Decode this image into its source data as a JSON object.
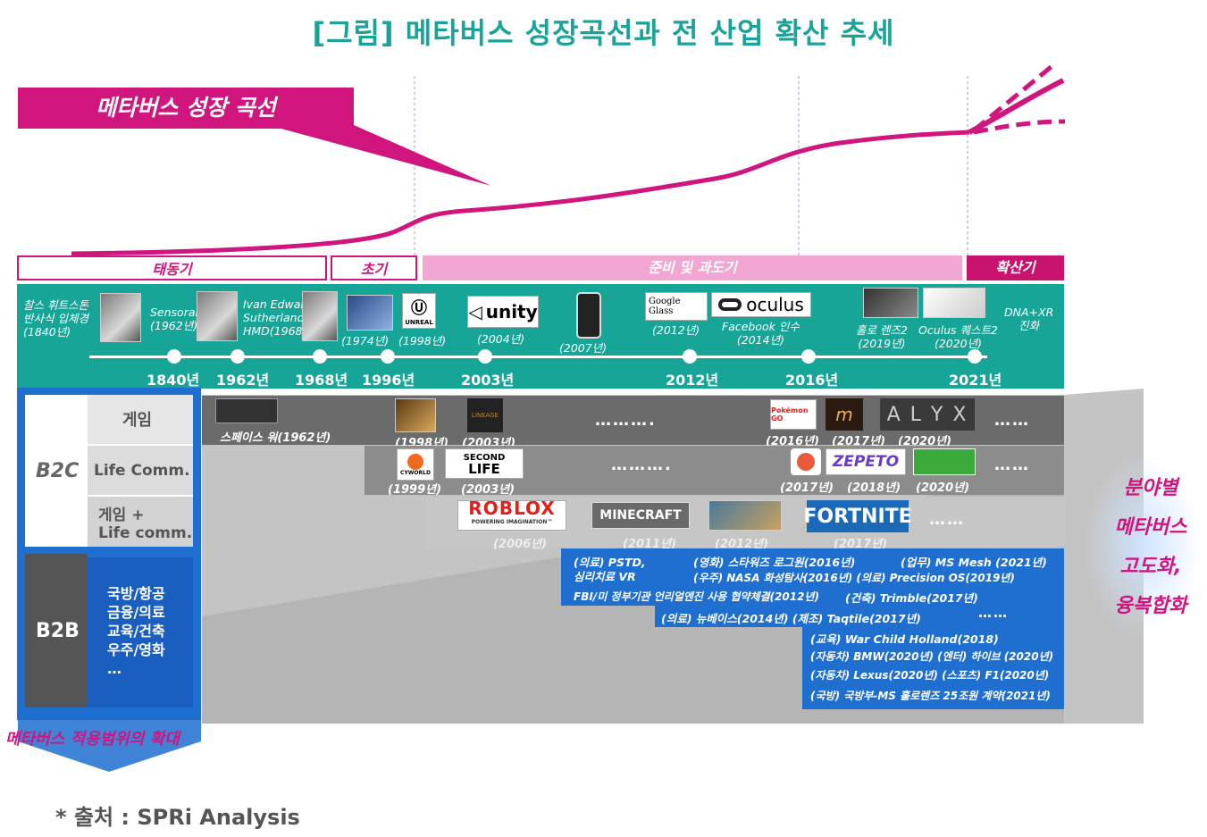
{
  "title": "[그림] 메타버스 성장곡선과 전 산업 확산 추세",
  "curve_label": "메타버스 성장 곡선",
  "phases": [
    "태동기",
    "초기",
    "준비 및 과도기",
    "확산기"
  ],
  "timeline": {
    "events": {
      "sensorama_1": "찰스 휘트스톤",
      "sensorama_2": "반사식 입체경",
      "sensorama_3": "(1840년)",
      "senso_1": "Sensorama",
      "senso_2": "(1962년)",
      "ivan_1": "Ivan Edward",
      "ivan_2": "Sutherland",
      "ivan_3": "HMD(1968)",
      "y1974": "(1974년)",
      "y1998": "(1998년)",
      "unity_year": "(2004년)",
      "iphone_year": "(2007년)",
      "glass_year": "(2012년)",
      "fb_1": "Facebook 인수",
      "fb_2": "(2014년)",
      "holo_1": "홀로 렌즈2",
      "holo_2": "(2019년)",
      "quest_1": "Oculus 퀘스트2",
      "quest_2": "(2020년)",
      "dna_1": "DNA+XR",
      "dna_2": "진화"
    },
    "years": [
      "1840년",
      "1962년",
      "1968년",
      "1996년",
      "2003년",
      "2012년",
      "2016년",
      "2021년"
    ],
    "logos": {
      "unreal": "UNREAL",
      "unity": "unity",
      "google_glass_1": "Google",
      "google_glass_2": "Glass",
      "oculus": "oculus"
    }
  },
  "left_column": {
    "b2c": "B2C",
    "game": "게임",
    "life": "Life Comm.",
    "game_life_1": "게임 +",
    "game_life_2": "Life comm.",
    "b2b": "B2B",
    "b2b_items": [
      "국방/항공",
      "금융/의료",
      "교육/건축",
      "우주/영화",
      "…"
    ],
    "expand": "메타버스 적용범위의 확대"
  },
  "game_row": {
    "spacewar": "스페이스 워(1962년)",
    "y1998": "(1998년)",
    "y2003": "(2003년)",
    "y2016": "(2016년)",
    "y2017": "(2017년)",
    "y2020": "(2020년)",
    "dots": "……….",
    "dots2": "……",
    "alyx": "A L Y X",
    "pokemon": "Pokémon GO",
    "lineage": "LINEAGE"
  },
  "life_row": {
    "cyworld": "CYWORLD",
    "y1999": "(1999년)",
    "y2003": "(2003년)",
    "second_life_1": "SECOND",
    "second_life_2": "LIFE",
    "zepeto": "ZEPETO",
    "y2017": "(2017년)",
    "y2018": "(2018년)",
    "y2020": "(2020년)",
    "dots": "……….",
    "dots2": "……"
  },
  "combo_row": {
    "roblox": "ROBLOX",
    "roblox_tag": "POWERING IMAGINATION™",
    "y2006": "(2006년)",
    "minecraft": "MINECRAFT",
    "y2011": "(2011년)",
    "y2012": "(2012년)",
    "fortnite": "FORTNITE",
    "y2017": "(2017년)",
    "dots": "……"
  },
  "b2b_row": {
    "pstd_1": "(의료) PSTD,",
    "pstd_2": "심리치료 VR",
    "starwars": "(영화) 스타워즈 로그원(2016년)",
    "nasa": "(우주) NASA 화성탐사(2016년) (의료) Precision OS(2019년)",
    "mesh": "(업무) MS Mesh (2021년)",
    "fbi": "FBI/미 정부기관 언리얼엔진 사용 협약체결(2012년)",
    "trimble": "(건축) Trimble(2017년)",
    "newbase": "(의료) 뉴베이스(2014년) (제조) Taqtile(2017년)",
    "dots": "……",
    "warchild": "(교육) War Child Holland(2018)",
    "bmw": "(자동차) BMW(2020년)  (엔터) 하이브 (2020년)",
    "lexus": "(자동차) Lexus(2020년)  (스포츠) F1(2020년)",
    "defense": "(국방) 국방부-MS 홀로렌즈 25조원 계약(2021년)"
  },
  "side_text": [
    "분야별",
    "메타버스",
    "고도화,",
    "융복합화"
  ],
  "source": "* 출처 : SPRi Analysis",
  "colors": {
    "teal": "#17a598",
    "magenta": "#d0157f",
    "pink": "#f2a6d2",
    "blue": "#1f6fd0"
  }
}
